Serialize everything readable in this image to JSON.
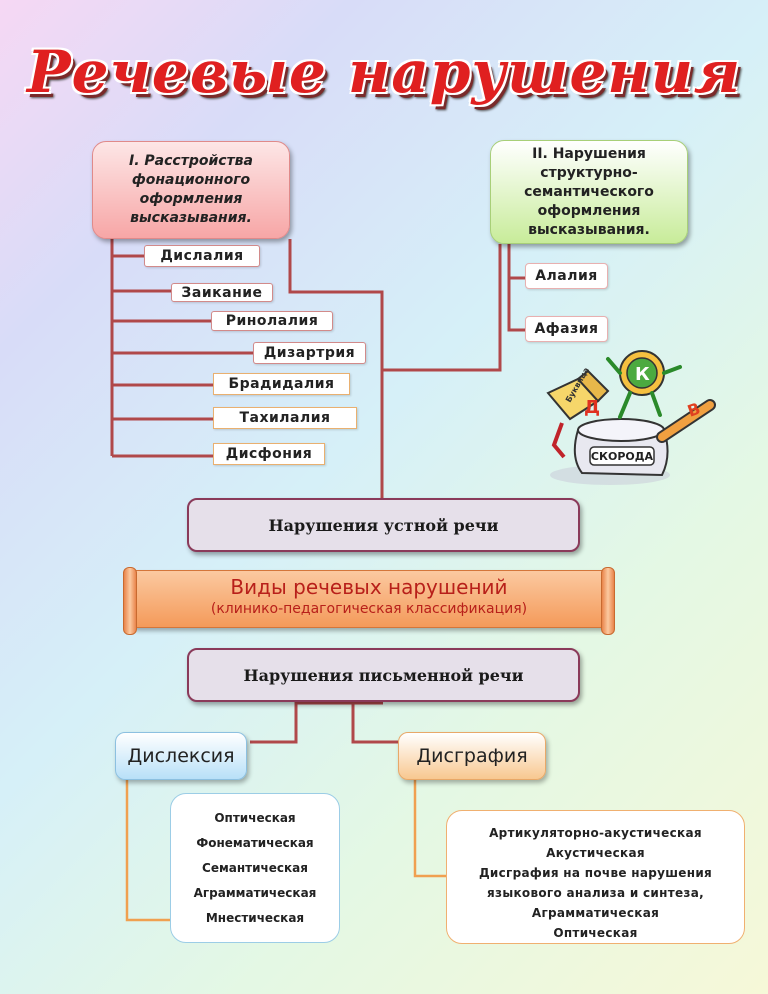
{
  "title": "Речевые нарушения",
  "group1": {
    "heading": "I. Расстройства фонационного оформления высказывания.",
    "items": [
      "Дислалия",
      "Заикание",
      "Ринолалия",
      "Дизартрия",
      "Брадидалия",
      "Тахилалия",
      "Дисфония"
    ]
  },
  "group2": {
    "heading": "II. Нарушения структурно-семантического оформления высказывания.",
    "items": [
      "Алалия",
      "Афазия"
    ]
  },
  "oral": "Нарушения устной речи",
  "scroll": {
    "line1": "Виды речевых нарушений",
    "line2": "(клинико-педагогическая классификация)"
  },
  "written": "Нарушения письменной речи",
  "dyslexia": {
    "label": "Дислексия",
    "types": [
      "Оптическая",
      "Фонематическая",
      "Семантическая",
      "Аграмматическая",
      "Мнестическая"
    ]
  },
  "dysgraphia": {
    "label": "Дисграфия",
    "types": [
      "Артикуляторно-акустическая",
      "Акустическая",
      "Дисграфия на почве нарушения",
      "языкового анализа и синтеза,",
      "Аграмматическая",
      "Оптическая"
    ]
  },
  "clipart_words": [
    "Буквица",
    "СКОРОДА"
  ],
  "colors": {
    "connector": "#b0484a",
    "orange_line": "#f0a050",
    "title": "#e02020"
  }
}
